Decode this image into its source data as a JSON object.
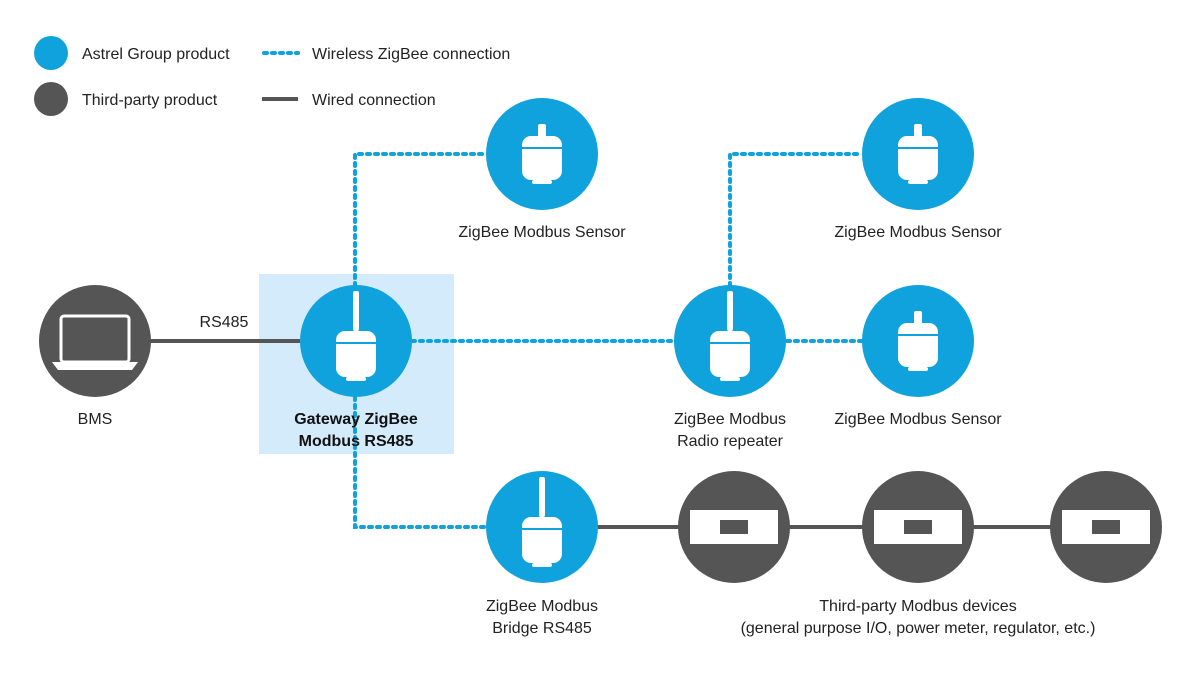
{
  "colors": {
    "astrel": "#0fa2dc",
    "third_party": "#555555",
    "highlight": "#d3ebfa",
    "wired": "#555555",
    "wireless": "#0fa2dc"
  },
  "legend": {
    "astrel_product": "Astrel Group product",
    "third_party_product": "Third-party product",
    "wireless": "Wireless ZigBee connection",
    "wired": "Wired connection"
  },
  "labels": {
    "bms": "BMS",
    "rs485": "RS485",
    "gateway_line1": "Gateway ZigBee",
    "gateway_line2": "Modbus RS485",
    "sensor_top_left": "ZigBee Modbus Sensor",
    "sensor_top_right": "ZigBee Modbus Sensor",
    "sensor_mid_right": "ZigBee Modbus Sensor",
    "repeater_line1": "ZigBee Modbus",
    "repeater_line2": "Radio repeater",
    "bridge_line1": "ZigBee Modbus",
    "bridge_line2": "Bridge RS485",
    "third_party_line1": "Third-party Modbus devices",
    "third_party_line2": "(general purpose I/O, power meter, regulator, etc.)"
  },
  "icons": {
    "bms": "laptop-icon",
    "sensor": "zigbee-sensor-icon",
    "antenna_device": "antenna-device-icon",
    "third_party_device": "modbus-device-icon"
  }
}
